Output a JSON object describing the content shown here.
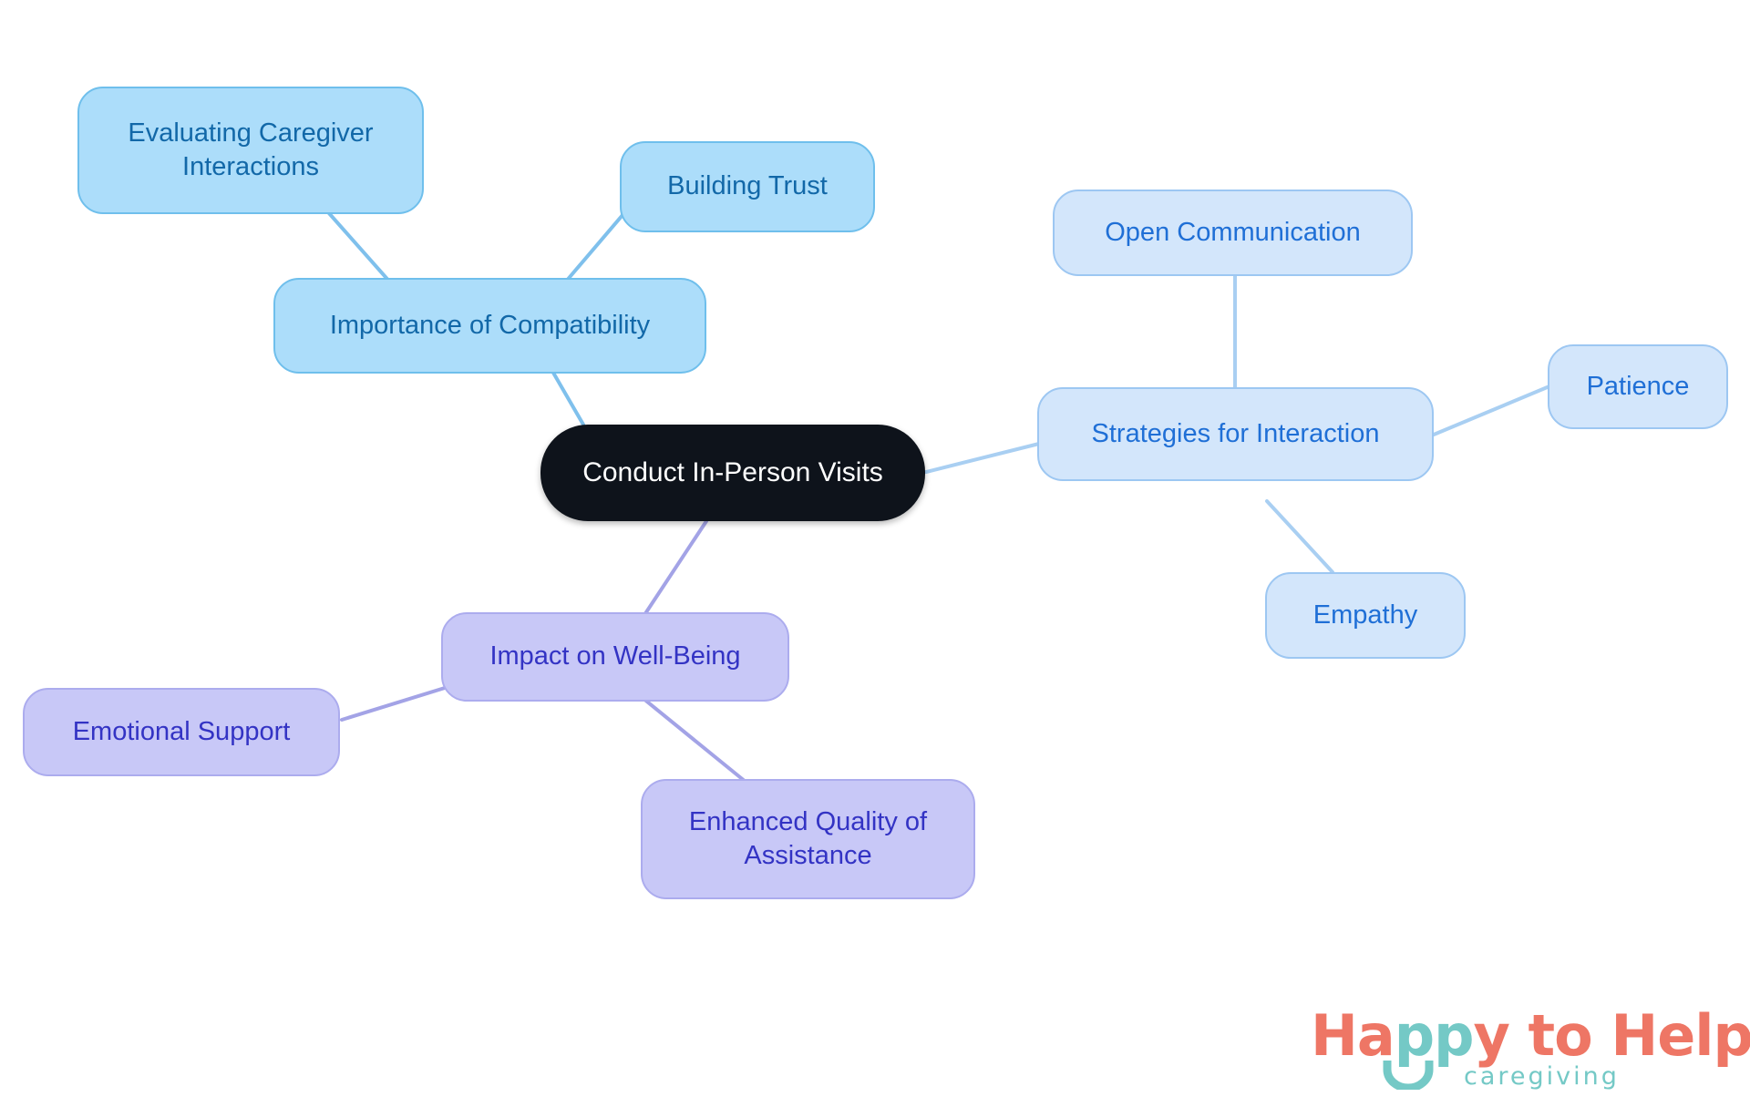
{
  "diagram": {
    "type": "mind-map",
    "title": "Conduct In-Person Visits",
    "background": "#ffffff",
    "palette": {
      "root_fill": "#0E131B",
      "root_text": "#FFFFFF",
      "branch_blue_a_fill": "#ACDDFA",
      "branch_blue_a_border": "#6FBFEC",
      "branch_blue_a_text": "#1268A8",
      "branch_blue_b_fill": "#D3E6FB",
      "branch_blue_b_border": "#9DC7F2",
      "branch_blue_b_text": "#1F6FD6",
      "branch_purple_fill": "#C8C8F7",
      "branch_purple_border": "#ACACEE",
      "branch_purple_text": "#3333C4",
      "edge_blue": "#7FC0EC",
      "edge_blue_light": "#A9CFF2",
      "edge_purple": "#A3A3E6"
    },
    "nodes": {
      "root": "Conduct In-Person Visits",
      "importance_of_compatibility": "Importance of Compatibility",
      "evaluating_caregiver_interactions": "Evaluating Caregiver\nInteractions",
      "building_trust": "Building Trust",
      "strategies_for_interaction": "Strategies for Interaction",
      "open_communication": "Open Communication",
      "patience": "Patience",
      "empathy": "Empathy",
      "impact_on_well_being": "Impact on Well-Being",
      "emotional_support": "Emotional Support",
      "enhanced_quality_of_assistance": "Enhanced Quality of\nAssistance"
    },
    "edges": [
      {
        "from": "root",
        "to": "importance_of_compatibility",
        "color": "#7FC0EC"
      },
      {
        "from": "importance_of_compatibility",
        "to": "evaluating_caregiver_interactions",
        "color": "#7FC0EC"
      },
      {
        "from": "importance_of_compatibility",
        "to": "building_trust",
        "color": "#7FC0EC"
      },
      {
        "from": "root",
        "to": "strategies_for_interaction",
        "color": "#A9CFF2"
      },
      {
        "from": "strategies_for_interaction",
        "to": "open_communication",
        "color": "#A9CFF2"
      },
      {
        "from": "strategies_for_interaction",
        "to": "patience",
        "color": "#A9CFF2"
      },
      {
        "from": "strategies_for_interaction",
        "to": "empathy",
        "color": "#A9CFF2"
      },
      {
        "from": "root",
        "to": "impact_on_well_being",
        "color": "#A3A3E6"
      },
      {
        "from": "impact_on_well_being",
        "to": "emotional_support",
        "color": "#A3A3E6"
      },
      {
        "from": "impact_on_well_being",
        "to": "enhanced_quality_of_assistance",
        "color": "#A3A3E6"
      }
    ]
  },
  "logo": {
    "word_part_1": "Ha",
    "word_part_2": "pp",
    "word_part_3": "y to Help",
    "tagline": "caregiving",
    "coral": "#EE7665",
    "teal": "#74C9C6"
  }
}
